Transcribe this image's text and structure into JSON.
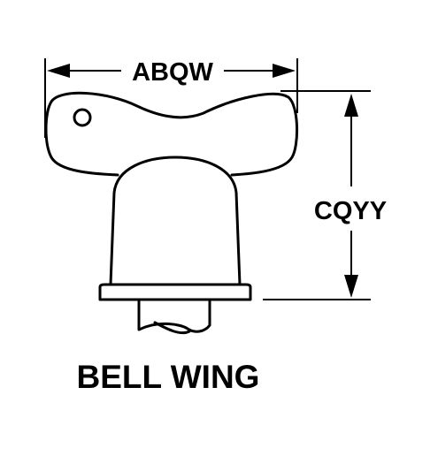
{
  "dimensions": {
    "width_label": "ABQW",
    "height_label": "CQYY"
  },
  "caption": "BELL WING"
}
